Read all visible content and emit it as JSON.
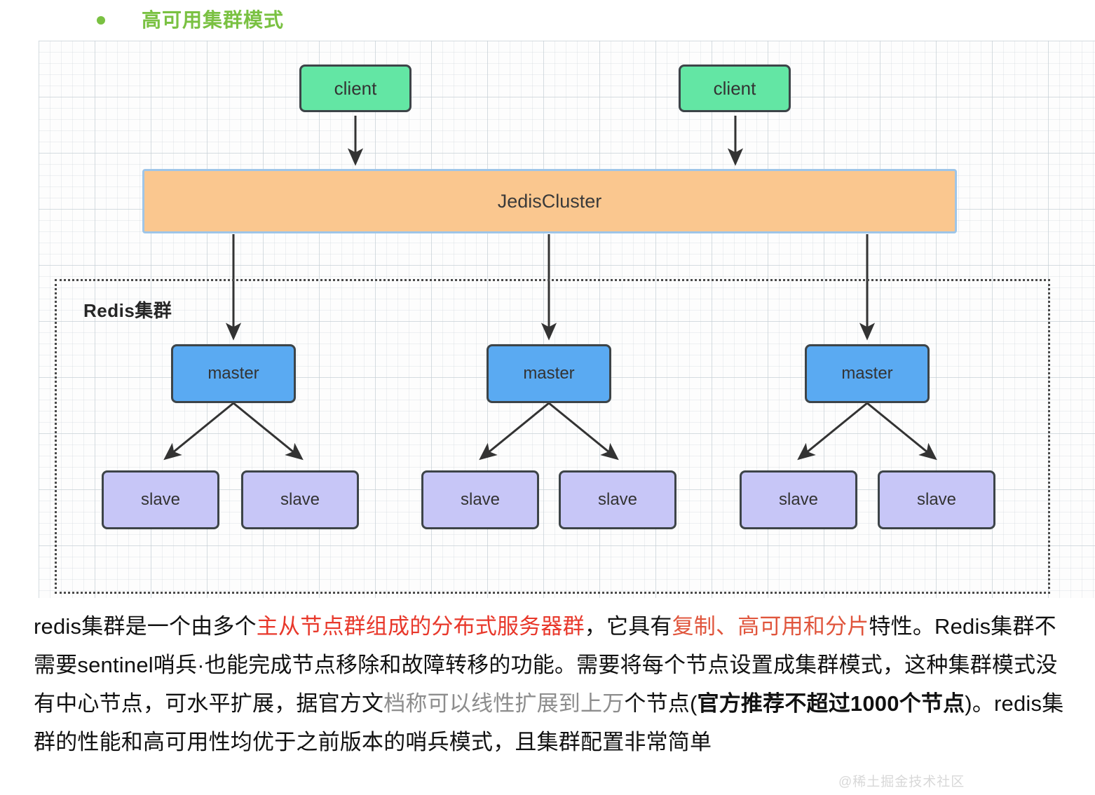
{
  "heading": {
    "bullet": "bullet-point",
    "text": "高可用集群模式"
  },
  "diagram": {
    "clients": [
      {
        "label": "client"
      },
      {
        "label": "client"
      }
    ],
    "jedis_cluster": {
      "label": "JedisCluster"
    },
    "cluster_box": {
      "label": "Redis集群"
    },
    "masters": [
      {
        "label": "master"
      },
      {
        "label": "master"
      },
      {
        "label": "master"
      }
    ],
    "slaves": [
      {
        "label": "slave"
      },
      {
        "label": "slave"
      },
      {
        "label": "slave"
      },
      {
        "label": "slave"
      },
      {
        "label": "slave"
      },
      {
        "label": "slave"
      }
    ],
    "colors": {
      "client_fill": "#63e6a4",
      "jedis_fill": "#fac78f",
      "jedis_border": "#9ec5e8",
      "master_fill": "#5aaaf2",
      "slave_fill": "#c7c6f7",
      "node_border": "#3d4448",
      "arrow": "#333333",
      "cluster_border": "#4a4a4a"
    }
  },
  "paragraph": {
    "seg1": "redis集群是一个由多个",
    "seg2_red": "主从节点群组成的分布式服务器群",
    "seg3": "，它具有",
    "seg4_red": "复制、高可用和分片",
    "seg5": "特性。Redis集群不需要sentinel哨兵·也能完成节点移除和故障转移的功能。需要将每个节点设置成集群模式，这种集群模式没有中心节点，可水平扩展，据官方文",
    "seg6_gray": "档称可以线性扩展到上万",
    "seg7": "个节点(",
    "seg8_bold": "官方推荐不超过1000个节点",
    "seg9": ")。redis集群的性能和高可用性均优于之前版本的哨兵模式，且集群配置非常简单"
  },
  "watermark": {
    "text": "@稀土掘金技术社区"
  }
}
